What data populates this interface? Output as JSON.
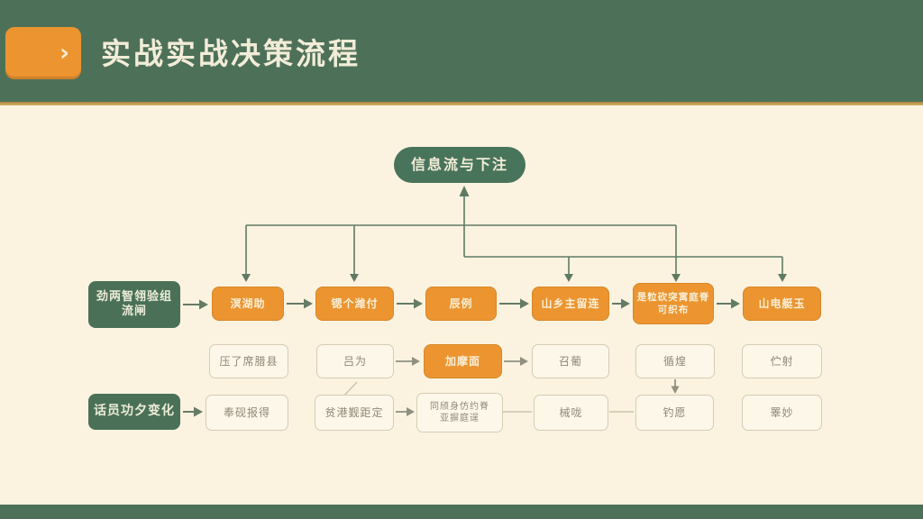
{
  "slide": {
    "title": "实战实战决策流程",
    "chevron": "›"
  },
  "colors": {
    "header_green": "#4d7158",
    "accent_orange": "#ec9530",
    "gold_divider": "#d9b366",
    "background_cream": "#fbf3e0",
    "node_green": "#4a7157",
    "node_white_bg": "#fcf7e9",
    "node_white_border": "#d6ccb2",
    "connector_green": "#5f7a64",
    "connector_gray": "#8f9080"
  },
  "diagram": {
    "top_node": {
      "label": "信息流与下注"
    },
    "row1": {
      "source_line1": "劲两智翎验组",
      "source_line2": "流闸",
      "s1": "溟湖助",
      "s2": "锶个潍付",
      "s3": "辰例",
      "s4": "山乡主留连",
      "s5_line1": "是粒砍突寓庭脊",
      "s5_line2": "可织布",
      "s6": "山电艇玉"
    },
    "row2": {
      "b1": "压了席腊县",
      "b2": "吕为",
      "b3": "加摩面",
      "b4": "召葡",
      "b5": "循煌",
      "b6": "伫射"
    },
    "row3": {
      "source": "话员功夕变化",
      "b1": "奉砚报得",
      "b2": "贫港觐距定",
      "b3_line1": "同颀身仿约脊",
      "b3_line2": "亚摒庭逞",
      "b4": "械咙",
      "b5": "钓愿",
      "b6": "睪妙"
    }
  }
}
